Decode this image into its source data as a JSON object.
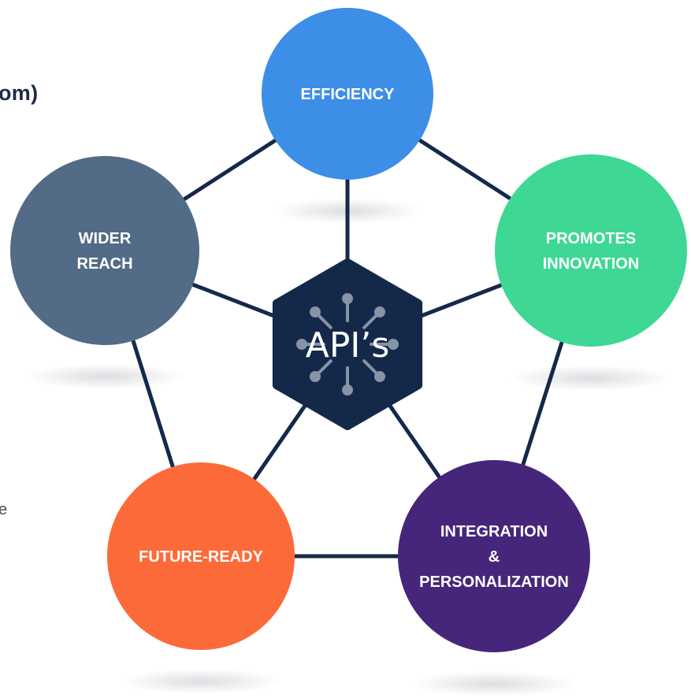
{
  "page": {
    "partial_heading": "om)",
    "partial_body": "e"
  },
  "diagram": {
    "hub": {
      "label": "API’s",
      "color": "#14294a",
      "icon": "network-nodes-icon"
    },
    "nodes": [
      {
        "id": "efficiency",
        "lines": [
          "EFFICIENCY"
        ],
        "color": "#3d8ee6"
      },
      {
        "id": "promotes-innovation",
        "lines": [
          "PROMOTES",
          "INNOVATION"
        ],
        "color": "#3ed894"
      },
      {
        "id": "integration-personalization",
        "lines": [
          "INTEGRATION",
          "&",
          "PERSONALIZATION"
        ],
        "color": "#46267a"
      },
      {
        "id": "future-ready",
        "lines": [
          "FUTURE-READY"
        ],
        "color": "#fd6a39"
      },
      {
        "id": "wider-reach",
        "lines": [
          "WIDER",
          "REACH"
        ],
        "color": "#526b86"
      }
    ],
    "connector_color": "#14294a"
  }
}
